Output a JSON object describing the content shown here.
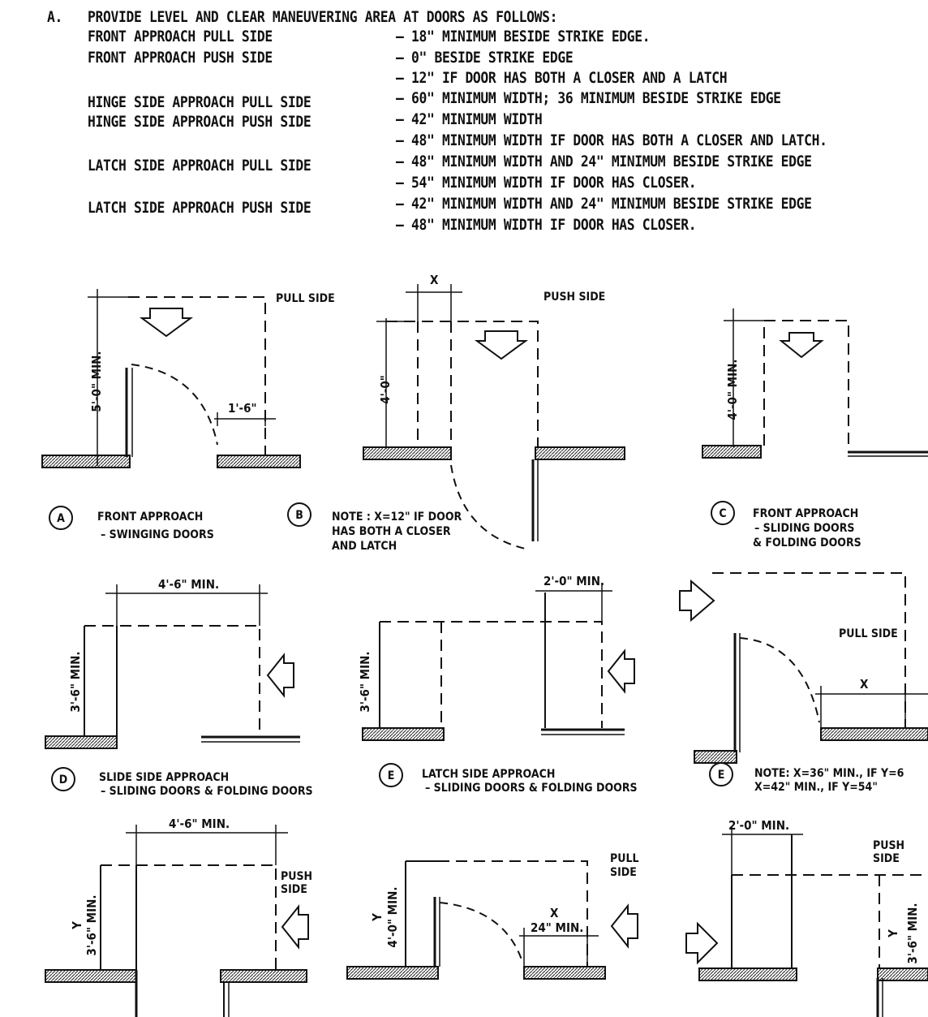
{
  "notes": {
    "marker": "A.",
    "intro": "PROVIDE LEVEL AND CLEAR MANEUVERING AREA AT DOORS AS FOLLOWS:",
    "left": [
      "FRONT APPROACH PULL SIDE",
      "FRONT APPROACH PUSH SIDE",
      "HINGE SIDE APPROACH PULL SIDE",
      "HINGE SIDE APPROACH PUSH SIDE",
      "LATCH SIDE APPROACH PULL SIDE",
      "LATCH SIDE APPROACH PUSH SIDE"
    ],
    "right": [
      "– 18\" MINIMUM BESIDE STRIKE EDGE.",
      "– 0\" BESIDE STRIKE EDGE",
      "– 12\" IF DOOR HAS BOTH A CLOSER AND A LATCH",
      "– 60\" MINIMUM WIDTH; 36 MINIMUM BESIDE STRIKE EDGE",
      "– 42\" MINIMUM WIDTH",
      "– 48\" MINIMUM WIDTH IF DOOR HAS BOTH A CLOSER AND LATCH.",
      "– 48\" MINIMUM WIDTH AND 24\" MINIMUM BESIDE STRIKE EDGE",
      "– 54\" MINIMUM WIDTH IF DOOR HAS CLOSER.",
      "– 42\" MINIMUM WIDTH AND 24\" MINIMUM BESIDE STRIKE EDGE",
      "– 48\" MINIMUM WIDTH IF DOOR HAS CLOSER."
    ]
  },
  "figures": {
    "a": {
      "side": "PULL SIDE",
      "dim_v": "5'-0\" MIN.",
      "dim_h": "1'-6\"",
      "tag": "A",
      "caption": [
        "FRONT APPROACH",
        "– SWINGING DOORS"
      ]
    },
    "b": {
      "side": "PUSH SIDE",
      "dim_v": "4'-0\"",
      "dim_x": "X",
      "tag": "B",
      "caption": [
        "NOTE : X=12\" IF DOOR",
        "HAS BOTH A CLOSER",
        "AND LATCH"
      ]
    },
    "c": {
      "dim_v": "4'-0\" MIN.",
      "tag": "C",
      "caption": [
        "FRONT APPROACH",
        "– SLIDING DOORS",
        "& FOLDING DOORS"
      ]
    },
    "d": {
      "dim_h": "4'-6\" MIN.",
      "dim_v": "3'-6\" MIN.",
      "tag": "D",
      "caption": [
        "SLIDE SIDE APPROACH",
        "– SLIDING DOORS & FOLDING DOORS"
      ]
    },
    "e": {
      "dim_h": "2'-0\" MIN.",
      "dim_v": "3'-6\" MIN.",
      "tag": "E",
      "caption": [
        "LATCH SIDE APPROACH",
        "– SLIDING DOORS & FOLDING DOORS"
      ]
    },
    "e2": {
      "side": "PULL SIDE",
      "dim_x": "X",
      "tag": "E",
      "caption": [
        "NOTE: X=36\" MIN., IF Y=6",
        "X=42\" MIN., IF Y=54\""
      ]
    },
    "g": {
      "dim_h": "4'-6\" MIN.",
      "dim_y": "Y",
      "dim_v": "3'-6\" MIN.",
      "side": [
        "PUSH",
        "SIDE"
      ]
    },
    "h": {
      "side": [
        "PULL",
        "SIDE"
      ],
      "dim_y": "Y",
      "dim_v": "4'-0\" MIN.",
      "dim_x": "X",
      "dim_h": "24\" MIN."
    },
    "i": {
      "dim_h": "2'-0\" MIN.",
      "side": [
        "PUSH",
        "SIDE"
      ],
      "dim_y": "Y",
      "dim_v": "3'-6\" MIN."
    }
  }
}
